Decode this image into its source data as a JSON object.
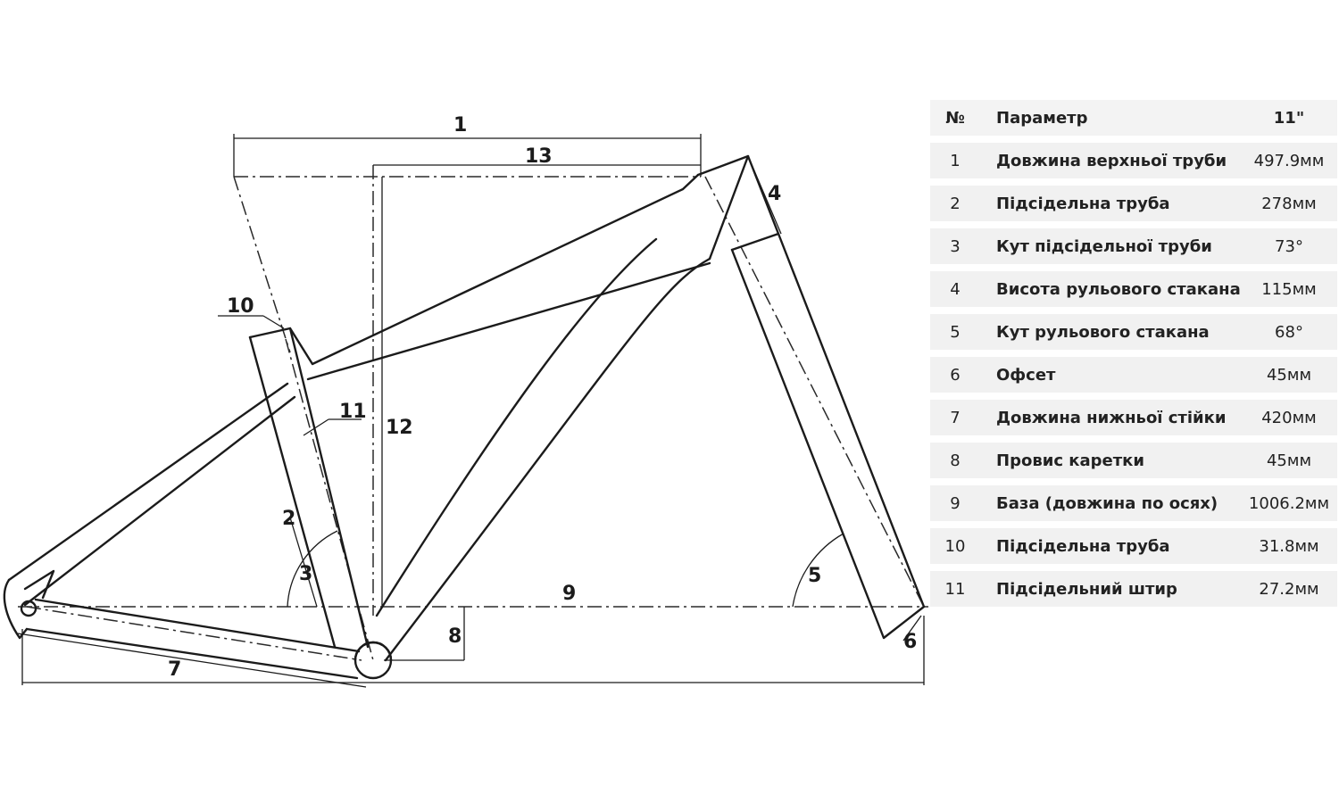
{
  "diagram": {
    "labels": {
      "l1": "1",
      "l2": "2",
      "l3": "3",
      "l4": "4",
      "l5": "5",
      "l6": "6",
      "l7": "7",
      "l8": "8",
      "l9": "9",
      "l10": "10",
      "l11": "11",
      "l12": "12",
      "l13": "13"
    }
  },
  "table": {
    "headers": {
      "num": "№",
      "param": "Параметр",
      "size": "11\""
    },
    "rows": [
      {
        "num": "1",
        "param": "Довжина верхньої труби",
        "value": "497.9мм"
      },
      {
        "num": "2",
        "param": "Підсідельна труба",
        "value": "278мм"
      },
      {
        "num": "3",
        "param": "Кут підсідельної труби",
        "value": "73°"
      },
      {
        "num": "4",
        "param": "Висота рульового стакана",
        "value": "115мм"
      },
      {
        "num": "5",
        "param": "Кут рульового стакана",
        "value": "68°"
      },
      {
        "num": "6",
        "param": "Офсет",
        "value": "45мм"
      },
      {
        "num": "7",
        "param": "Довжина нижньої стійки",
        "value": "420мм"
      },
      {
        "num": "8",
        "param": "Провис каретки",
        "value": "45мм"
      },
      {
        "num": "9",
        "param": "База (довжина по осях)",
        "value": "1006.2мм"
      },
      {
        "num": "10",
        "param": "Підсідельна труба",
        "value": "31.8мм"
      },
      {
        "num": "11",
        "param": "Підсідельний штир",
        "value": "27.2мм"
      }
    ]
  }
}
